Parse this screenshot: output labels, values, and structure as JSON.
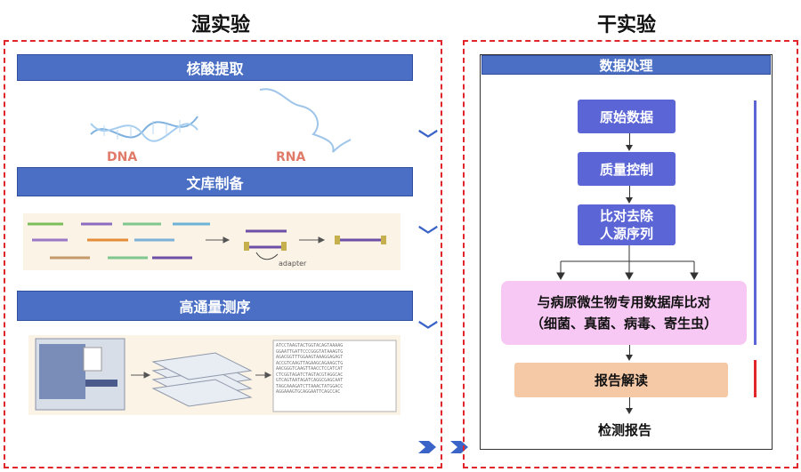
{
  "headings": {
    "wet_lab": "湿实验",
    "dry_lab": "干实验"
  },
  "wet": {
    "step1": "核酸提取",
    "dna_label": "DNA",
    "rna_label": "RNA",
    "step2": "文库制备",
    "adapter_label": "adapter",
    "step3": "高通量测序"
  },
  "dry": {
    "header": "数据处理",
    "box_raw": "原始数据",
    "box_qc": "质量控制",
    "box_remove_line1": "比对去除",
    "box_remove_line2": "人源序列",
    "box_db_line1": "与病原微生物专用数据库比对",
    "box_db_line2": "（细菌、真菌、病毒、寄生虫）",
    "box_report": "报告解读",
    "final": "检测报告"
  },
  "colors": {
    "dashed_border": "#e0262b",
    "band_blue": "#4a6fc4",
    "flow_purple": "#5b65d6",
    "pink_box": "#f8c8f4",
    "report_box": "#f6c9a6",
    "side_bar_blue": "#5b65d6",
    "side_bar_red": "#e0262b"
  }
}
